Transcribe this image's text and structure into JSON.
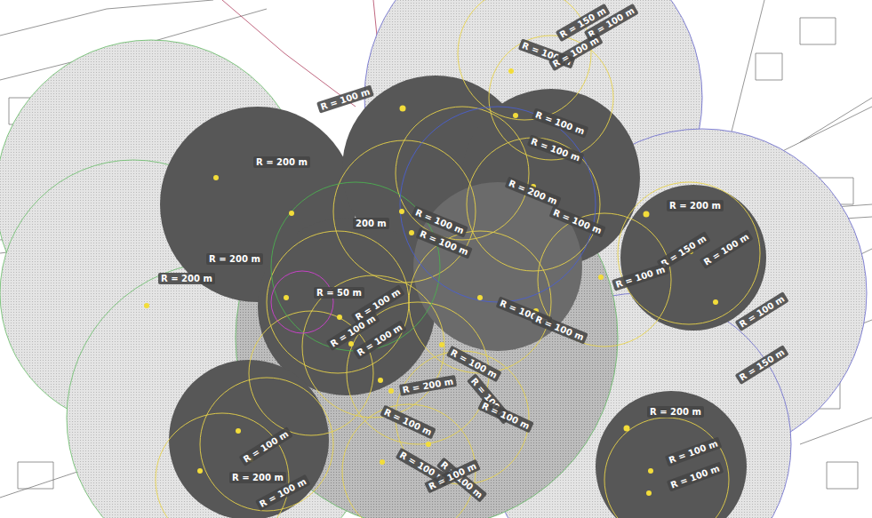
{
  "diagram": {
    "labels": [
      "R = 150 m",
      "R = 100 m",
      "R = 100 m",
      "R = 100 m",
      "R = 100 m",
      "R = 100 m",
      "R = 200 m",
      "R = 200 m",
      "200 m",
      "R = 100 m",
      "R = 100 m",
      "R = 200 m",
      "R = 100 m",
      "R = 200 m",
      "R = 150 m",
      "R = 100 m",
      "R = 100 m",
      "R = 100 m",
      "R = 150 m",
      "R = 200 m",
      "R = 50 m",
      "R = 100 m",
      "R = 100 m",
      "R = 100 m",
      "R = 100 m",
      "R = 100 m",
      "R = 100 m",
      "R = 100 m",
      "R = 200 m",
      "R = 100 m",
      "R = 100 m",
      "R = 100 m",
      "R = 200 m",
      "R = 100 m",
      "R = 100 m",
      "R = 100 m",
      "R = 100 m",
      "R = 100 m",
      "R = 200 m",
      "R = 100 m",
      "R = 100 m"
    ]
  }
}
